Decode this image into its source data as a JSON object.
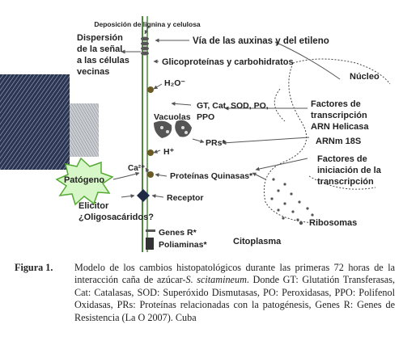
{
  "diagram": {
    "lignin_deposition": "Deposición de lignina y celulosa",
    "signal_dispersion": [
      "Dispersión",
      "de la señal",
      "a las células",
      "vecinas"
    ],
    "auxin_ethylene_pathway": "Vía de las auxinas y del etileno",
    "glycoproteins": "Glicoproteínas y carbohidratos",
    "nucleus": "Núcleo",
    "h2o": "H₂O⁻",
    "enzymes": [
      "GT, Cat, SOD, PO,",
      "PPO"
    ],
    "vacuoles": "Vacuolas",
    "transcription_factors": [
      "Factores de",
      "transcripción",
      "ARN Helicasa"
    ],
    "rna": "ARNm 18S",
    "prs": "PRs*",
    "h_plus": "H⁺",
    "initiation_factors": [
      "Factores de",
      "iniciación de la",
      "transcripción"
    ],
    "pathogen": "Patógeno",
    "calcium": "Ca²⁺",
    "protein_kinases": "Proteínas Quinasas*",
    "receptor": "Receptor",
    "elicitor": [
      "Elicitor",
      "¿Oligosacáridos?"
    ],
    "ribosomes": "Ribosomas",
    "r_genes": "Genes R*",
    "polyamines": "Poliaminas*",
    "cytoplasm": "Citoplasma"
  },
  "caption": {
    "label": "Figura 1.",
    "text_1": "Modelo de los cambios histopatológicos durante las primeras 72 horas de la interacción caña de azúcar-",
    "species": "S. scitamineum",
    "text_2": ". Donde GT: Glutatión Transferasas, Cat: Catalasas, SOD: Superóxido Dismutasas, PO: Peroxidasas, PPO: Polifenol Oxidasas, PRs: Proteínas relacionadas con la patogénesis, Genes R: Genes de Resistencia (La O 2007). Cuba"
  },
  "colors": {
    "membrane": "#4a8a3a",
    "vacuole": "#555555",
    "pathogen_fill": "#d7f7c8",
    "pathogen_stroke": "#55aa33"
  }
}
